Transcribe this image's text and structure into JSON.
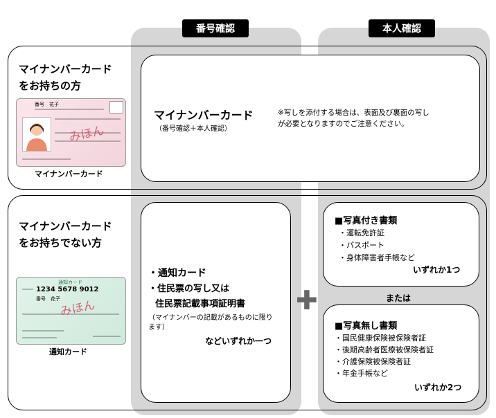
{
  "headers": {
    "number_check": "番号確認",
    "identity_check": "本人確認"
  },
  "row1": {
    "title_line1": "マイナンバーカード",
    "title_line2": "をお持ちの方",
    "card_caption": "マイナンバーカード",
    "card_sample": "みほん",
    "card_name": "番号　花子",
    "box_title": "マイナンバーカード",
    "box_subtitle": "（番号確認＋本人確認）",
    "note_line1": "※写しを添付する場合は、表面及び裏面の写し",
    "note_line2": "が必要となりますのでご注意ください。"
  },
  "row2": {
    "title_line1": "マイナンバーカード",
    "title_line2": "をお持ちでない方",
    "card_caption": "通知カード",
    "card_sample": "みほん",
    "card_header": "通知カード",
    "card_number": "1234 5678 9012",
    "card_name": "番号　花子",
    "middle": {
      "item1": "・通知カード",
      "item2": "・住民票の写し又は",
      "item3": "住民票記載事項証明書",
      "note1": "（マイナンバーの記載があるものに限り",
      "note2": "ます）",
      "footer": "などいずれか一つ"
    },
    "plus_symbol": "✚",
    "photo_docs": {
      "title": "■写真付き書類",
      "items": [
        "・運転免許証",
        "・パスポート",
        "・身体障害者手帳など"
      ],
      "footer": "いずれか1つ"
    },
    "or_label": "または",
    "nophoto_docs": {
      "title": "■写真無し書類",
      "items": [
        "・国民健康保険被保険者証",
        "・後期高齢者医療被保険者証",
        "・介護保険被保険者証",
        "・年金手帳など"
      ],
      "footer": "いずれか2つ"
    }
  }
}
